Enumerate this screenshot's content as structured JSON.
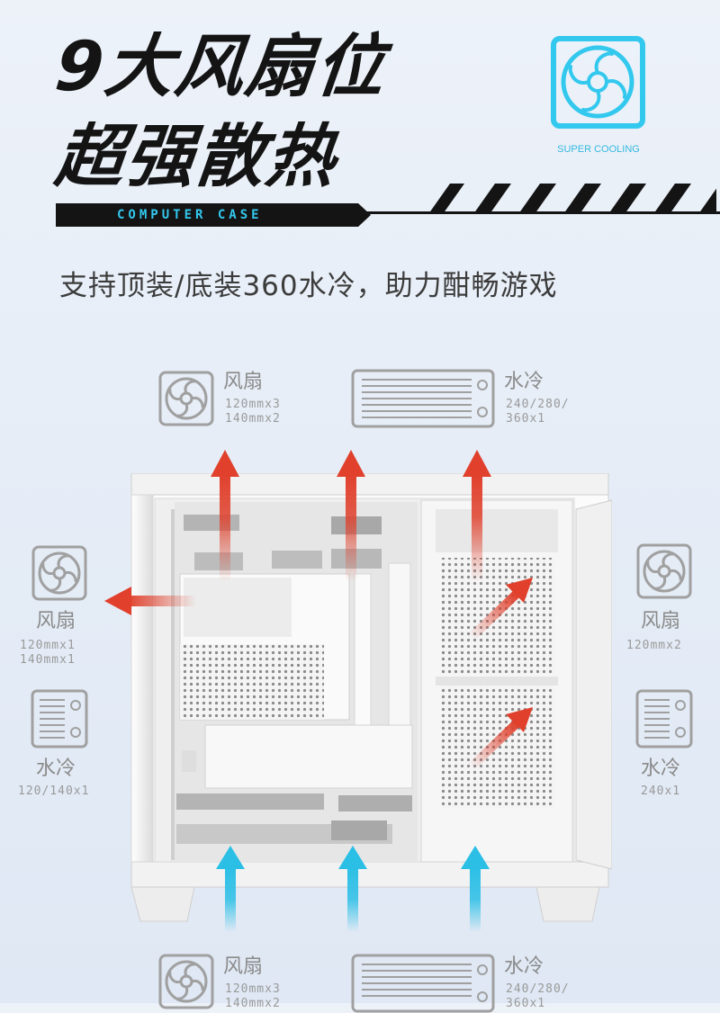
{
  "header": {
    "line1": "9大风扇位",
    "line2": "超强散热",
    "tag": "COMPUTER CASE",
    "badge_text": "SUPER COOLING",
    "accent": "#33c8ee"
  },
  "subtitle": "支持顶装/底装360水冷，助力酣畅游戏",
  "labels": {
    "top_fan": {
      "title": "风扇",
      "lines": [
        "120mmx3",
        "140mmx2"
      ]
    },
    "top_rad": {
      "title": "水冷",
      "lines": [
        "240/280/",
        "360x1"
      ]
    },
    "left_fan": {
      "title": "风扇",
      "lines": [
        "120mmx1",
        "140mmx1"
      ]
    },
    "left_rad": {
      "title": "水冷",
      "lines": [
        "120/140x1"
      ]
    },
    "right_fan": {
      "title": "风扇",
      "lines": [
        "120mmx2"
      ]
    },
    "right_rad": {
      "title": "水冷",
      "lines": [
        "240x1"
      ]
    },
    "bottom_fan": {
      "title": "风扇",
      "lines": [
        "120mmx3",
        "140mmx2"
      ]
    },
    "bottom_rad": {
      "title": "水冷",
      "lines": [
        "240/280/",
        "360x1"
      ]
    }
  },
  "colors": {
    "exhaust": "#e0402c",
    "intake": "#2bbfe6",
    "icon": "#9a9a9a"
  }
}
